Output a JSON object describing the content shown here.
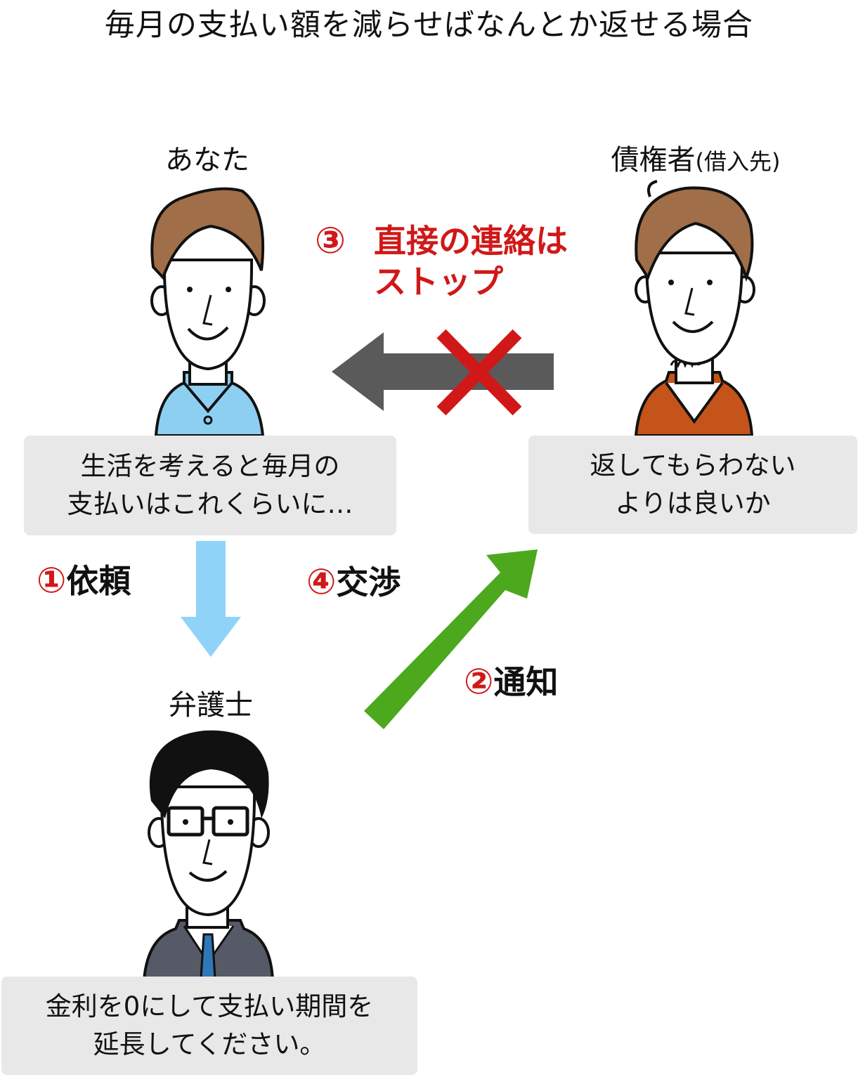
{
  "title": "毎月の支払い額を減らせばなんとか返せる場合",
  "people": {
    "you": {
      "label": "あなた",
      "shirt_color": "#8dcff0",
      "hair_color": "#a06e48"
    },
    "creditor": {
      "label": "債権者",
      "label_note": "(借入先)",
      "jacket_color": "#c5541a",
      "hair_color": "#a06e48"
    },
    "lawyer": {
      "label": "弁護士",
      "suit_color": "#555a66",
      "tie_color": "#2e78b8"
    }
  },
  "bubbles": {
    "you": "生活を考えると毎月の\n支払いはこれくらいに…",
    "creditor": "返してもらわない\nよりは良いか",
    "lawyer": "金利を0にして支払い期間を\n延長してください。"
  },
  "steps": {
    "request": {
      "num": "①",
      "label": "依頼"
    },
    "notice": {
      "num": "②",
      "label": "通知"
    },
    "stop": {
      "num": "③",
      "label": "直接の連絡は\nストップ"
    },
    "negotiate": {
      "num": "④",
      "label": "交渉"
    }
  },
  "colors": {
    "accent_red": "#d01818",
    "arrow_request": "#8fd4f8",
    "arrow_notice": "#4ca81c",
    "arrow_stopped": "#5a5a5a",
    "bubble_bg": "#e8e8e8"
  }
}
